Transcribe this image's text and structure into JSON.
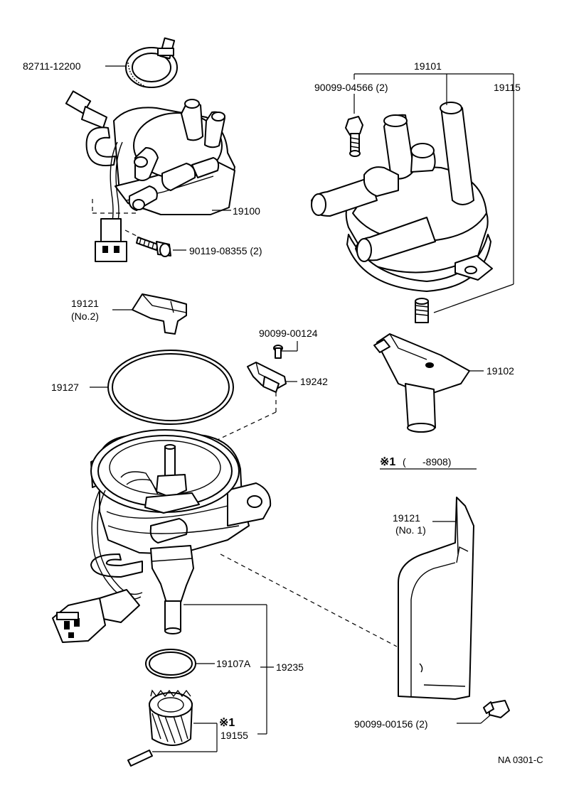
{
  "callouts": {
    "p82711": "82711-12200",
    "p19101": "19101",
    "p90099_04566": "90099-04566 (2)",
    "p19115": "19115",
    "p19100": "19100",
    "p90119_08355": "90119-08355 (2)",
    "p19121_no2_a": "19121",
    "p19121_no2_b": "(No.2)",
    "p90099_00124": "90099-00124",
    "p19127": "19127",
    "p19242": "19242",
    "p19102": "19102",
    "note_range_mark": "※1",
    "note_range_text": "(      -8908)",
    "p19121_no1_a": "19121",
    "p19121_no1_b": "(No. 1)",
    "p19107A": "19107A",
    "p19235": "19235",
    "note_mark": "※1",
    "p19155": "19155",
    "p90099_00156": "90099-00156 (2)"
  },
  "footer": {
    "code": "NA 0301-C"
  }
}
